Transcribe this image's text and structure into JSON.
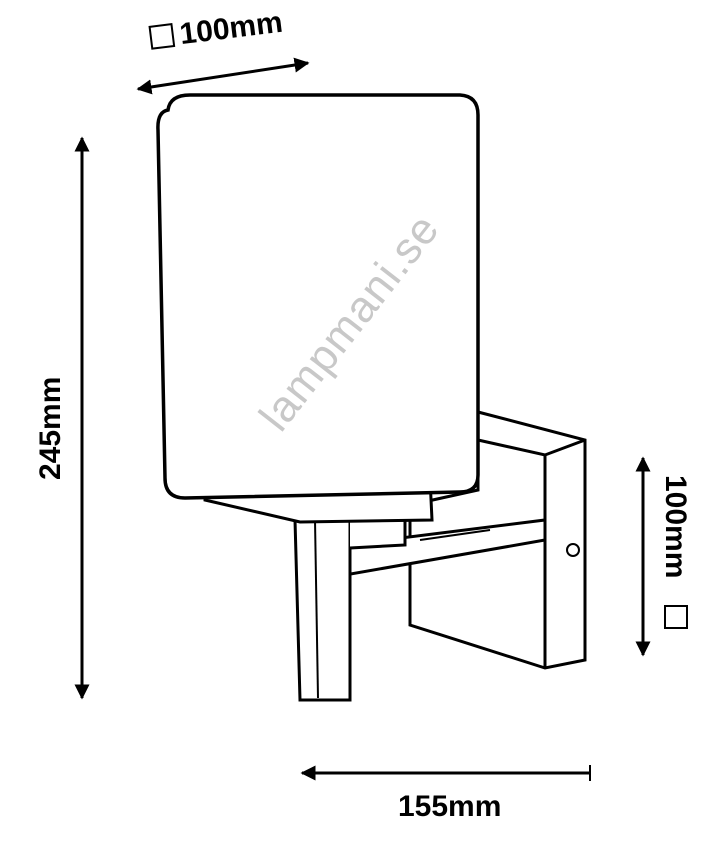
{
  "dimensions": {
    "shade_width": "100mm",
    "total_height": "245mm",
    "plate_height": "100mm",
    "projection": "155mm"
  },
  "watermark": "lampmani.se",
  "colors": {
    "line": "#000000",
    "watermark": "#c8c8c8"
  }
}
